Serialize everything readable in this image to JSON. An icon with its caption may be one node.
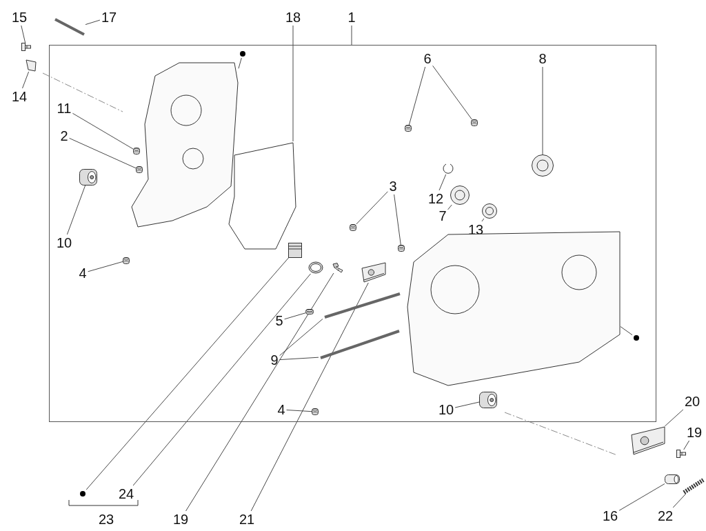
{
  "diagram": {
    "nodes": [
      {
        "text": [],
        "shape": "box"
      },
      {
        "text": [
          "15"
        ]
      },
      {
        "text": [
          "17"
        ]
      },
      {
        "text": [
          "18"
        ]
      },
      {
        "text": [
          "1"
        ]
      },
      {
        "text": [
          "14"
        ]
      },
      {
        "text": [
          "6"
        ],
        "in": 0
      },
      {
        "text": [
          "8"
        ],
        "in": 0
      },
      {
        "text": [
          "11"
        ],
        "in": 0
      },
      {
        "text": [
          "2"
        ],
        "in": 0
      },
      {
        "text": [],
        "shape": "circle",
        "in": 0
      },
      {
        "text": [
          "3"
        ],
        "in": 0
      },
      {
        "text": [
          "12"
        ],
        "in": 0
      },
      {
        "text": [
          "7"
        ],
        "in": 0
      },
      {
        "text": [
          "10"
        ],
        "in": 0
      },
      {
        "text": [
          "13"
        ],
        "in": 0
      },
      {
        "text": [
          "4"
        ],
        "in": 0
      },
      {
        "text": [
          "5"
        ],
        "in": 0
      },
      {
        "text": [
          "9"
        ],
        "in": 0
      },
      {
        "text": [],
        "shape": "circle",
        "in": 0
      },
      {
        "text": [
          "4"
        ],
        "in": 0
      },
      {
        "text": [
          "10"
        ],
        "in": 0
      },
      {
        "text": [
          "20"
        ]
      },
      {
        "text": [
          "19"
        ]
      },
      {
        "text": [
          "24"
        ]
      },
      {
        "text": [],
        "shape": "circle"
      },
      {
        "text": [
          "23"
        ]
      },
      {
        "text": [
          "19"
        ]
      },
      {
        "text": [
          "21"
        ]
      },
      {
        "text": [
          "16"
        ]
      },
      {
        "text": [
          "22"
        ]
      },
      {
        "text": [],
        "shape": "picture"
      },
      {
        "text": [],
        "shape": "picture"
      },
      {
        "text": [],
        "shape": "picture"
      },
      {
        "text": [],
        "shape": "picture"
      },
      {
        "text": [],
        "shape": "picture"
      },
      {
        "text": [],
        "shape": "picture"
      },
      {
        "text": [],
        "shape": "picture"
      },
      {
        "text": [],
        "shape": "picture",
        "in": 0
      },
      {
        "text": [],
        "shape": "picture",
        "in": 0
      },
      {
        "text": [],
        "shape": "picture",
        "in": 0
      },
      {
        "text": [],
        "shape": "picture",
        "in": 0
      },
      {
        "text": [],
        "shape": "picture",
        "in": 0
      },
      {
        "text": [],
        "shape": "picture",
        "in": 0
      },
      {
        "text": [],
        "shape": "picture",
        "in": 0
      },
      {
        "text": [],
        "shape": "picture",
        "in": 0
      },
      {
        "text": [],
        "shape": "picture",
        "in": 0
      },
      {
        "text": [],
        "shape": "picture",
        "in": 0
      },
      {
        "text": [],
        "shape": "picture",
        "in": 0
      },
      {
        "text": [],
        "shape": "picture",
        "in": 0
      },
      {
        "text": [],
        "shape": "picture",
        "in": 0
      },
      {
        "text": [],
        "shape": "picture",
        "in": 0
      },
      {
        "text": [],
        "shape": "picture",
        "in": 0
      },
      {
        "text": [],
        "shape": "picture",
        "in": 0
      },
      {
        "text": [],
        "shape": "picture",
        "in": 0
      },
      {
        "text": [],
        "shape": "picture",
        "in": 0
      },
      {
        "text": [],
        "shape": "picture",
        "in": 0
      },
      {
        "text": [],
        "shape": "picture",
        "in": 0
      },
      {
        "text": [],
        "shape": "picture",
        "in": 0
      },
      {
        "text": [],
        "shape": "picture",
        "in": 0
      },
      {
        "text": [],
        "shape": "picture",
        "in": 0
      },
      {
        "text": [],
        "shape": "picture",
        "in": 0
      }
    ],
    "edges": [
      {
        "from": 1,
        "to": 31,
        "arrow": "none"
      },
      {
        "from": 2,
        "to": 32,
        "arrow": "none"
      },
      {
        "from": 3,
        "to": 38,
        "arrow": "none"
      },
      {
        "from": 4,
        "to": 0,
        "arrow": "none"
      },
      {
        "from": 5,
        "to": 33,
        "arrow": "none"
      },
      {
        "from": 6,
        "to": 39,
        "arrow": "none"
      },
      {
        "from": 6,
        "to": 40,
        "arrow": "none"
      },
      {
        "from": 7,
        "to": 41,
        "arrow": "none"
      },
      {
        "from": 8,
        "to": 42,
        "arrow": "none"
      },
      {
        "from": 9,
        "to": 43,
        "arrow": "none"
      },
      {
        "from": 10,
        "to": 44,
        "arrow": "none"
      },
      {
        "from": 11,
        "to": 45,
        "arrow": "none"
      },
      {
        "from": 11,
        "to": 46,
        "arrow": "none"
      },
      {
        "from": 12,
        "to": 47,
        "arrow": "none"
      },
      {
        "from": 13,
        "to": 48,
        "arrow": "none"
      },
      {
        "from": 14,
        "to": 50,
        "arrow": "none"
      },
      {
        "from": 15,
        "to": 49,
        "arrow": "none"
      },
      {
        "from": 16,
        "to": 51,
        "arrow": "none"
      },
      {
        "from": 17,
        "to": 52,
        "arrow": "none"
      },
      {
        "from": 18,
        "to": 53,
        "arrow": "none"
      },
      {
        "from": 18,
        "to": 54,
        "arrow": "none"
      },
      {
        "from": 19,
        "to": 55,
        "arrow": "none"
      },
      {
        "from": 20,
        "to": 56,
        "arrow": "none"
      },
      {
        "from": 21,
        "to": 57,
        "arrow": "none"
      },
      {
        "from": 22,
        "to": 34,
        "arrow": "none"
      },
      {
        "from": 23,
        "to": 35,
        "arrow": "none"
      },
      {
        "from": 25,
        "to": 58,
        "arrow": "none"
      },
      {
        "from": 24,
        "to": 59,
        "arrow": "none"
      },
      {
        "from": 27,
        "to": 60,
        "arrow": "none"
      },
      {
        "from": 28,
        "to": 61,
        "arrow": "none"
      },
      {
        "from": 29,
        "to": 36,
        "arrow": "none"
      },
      {
        "from": 30,
        "to": 37,
        "arrow": "none"
      }
    ]
  }
}
